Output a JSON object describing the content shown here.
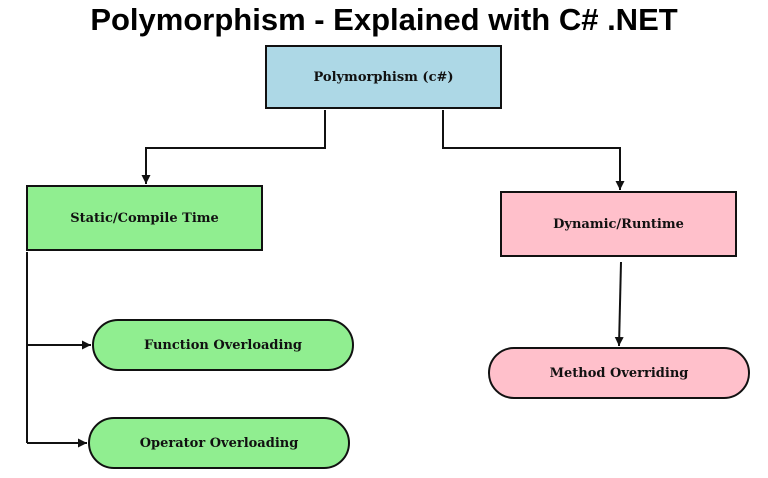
{
  "title": "Polymorphism - Explained with C# .NET",
  "nodes": {
    "root": "Polymorphism (c#)",
    "static": "Static/Compile Time",
    "dynamic": "Dynamic/Runtime",
    "function_overloading": "Function Overloading",
    "operator_overloading": "Operator Overloading",
    "method_overriding": "Method Overriding"
  },
  "colors": {
    "root": "#add8e6",
    "static_branch": "#90ee90",
    "dynamic_branch": "#ffc0cb",
    "stroke": "#111111"
  }
}
